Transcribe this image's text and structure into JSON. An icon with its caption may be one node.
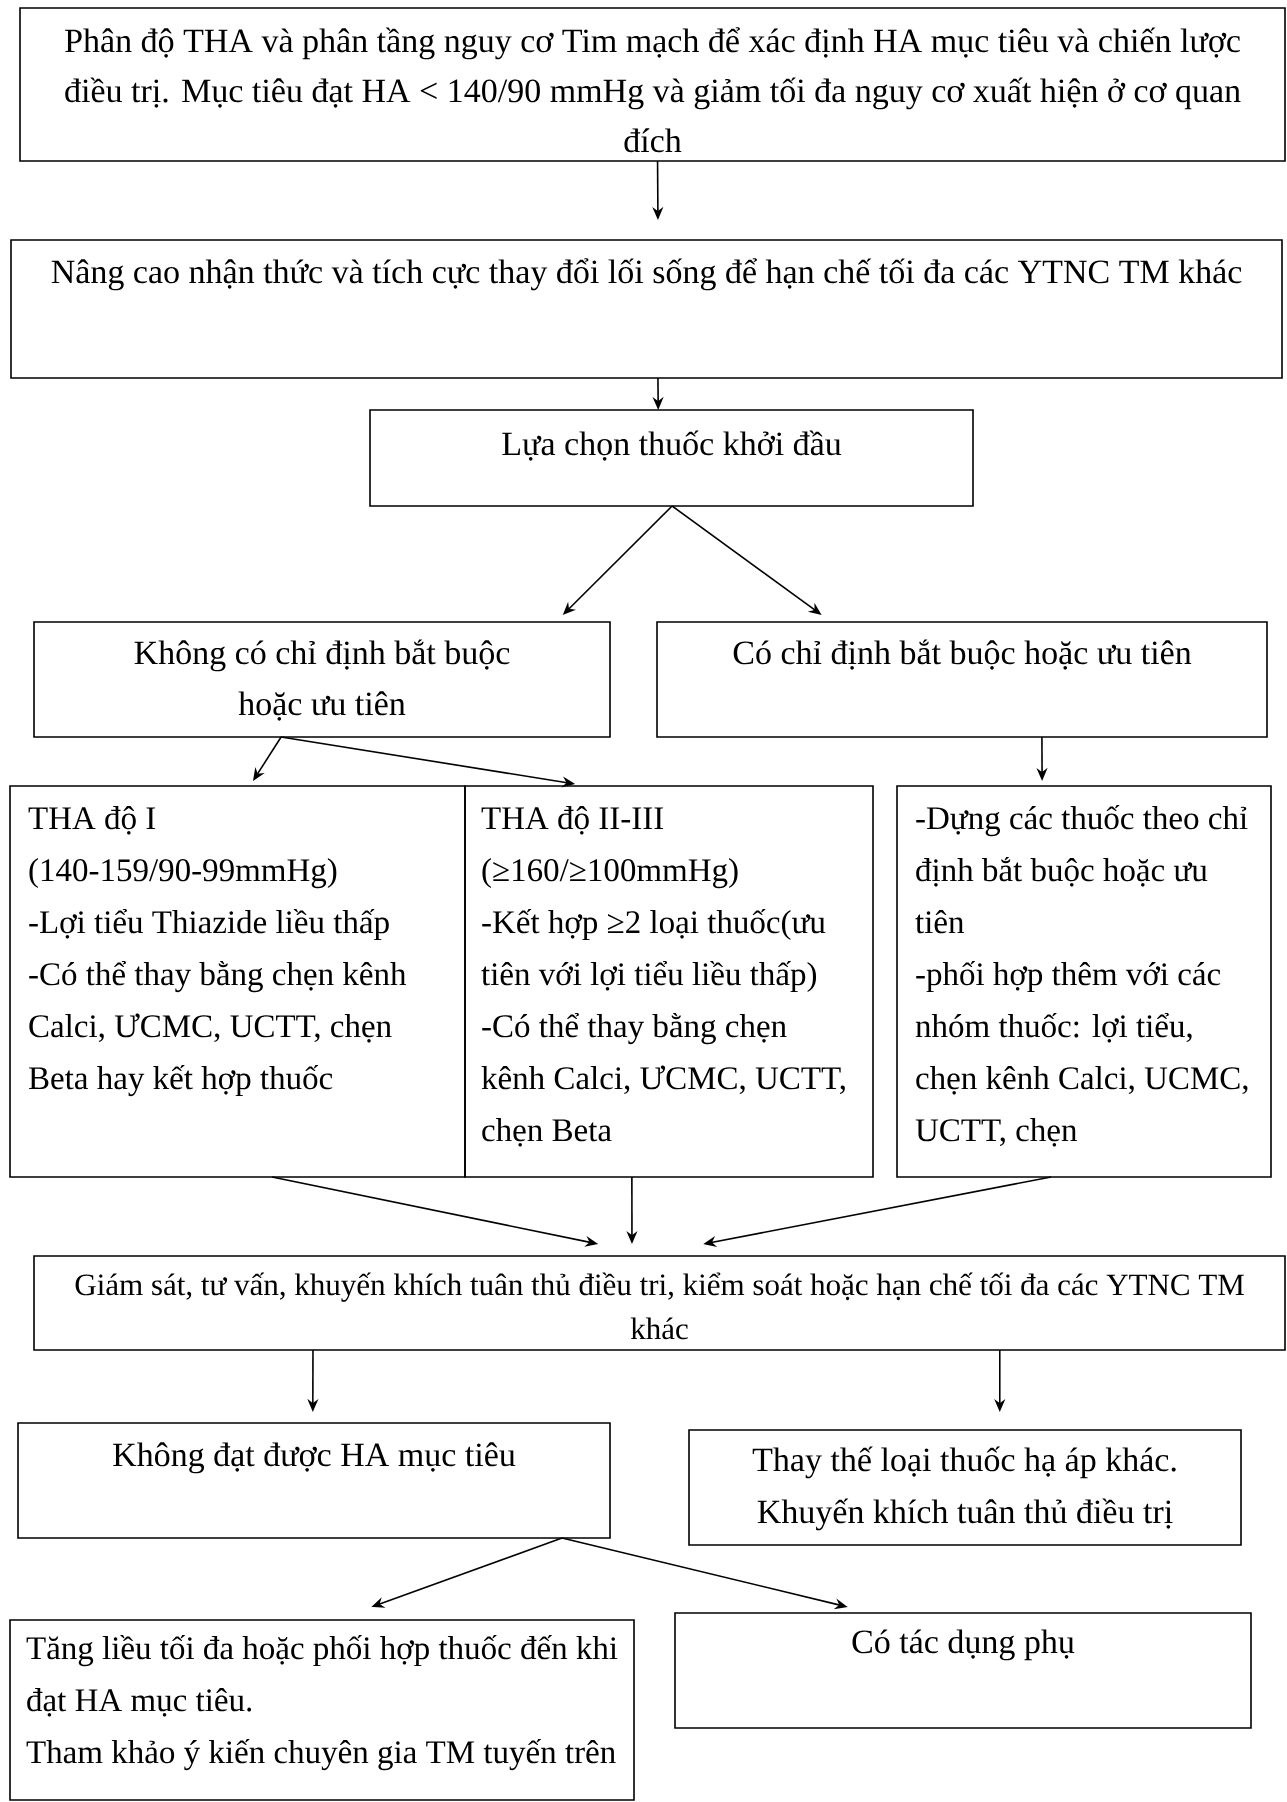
{
  "diagram": {
    "nodes": [
      {
        "text": [
          "Phân độ THA và phân tầng nguy cơ Tim mạch để xác định HA mục tiêu và chiến lược điều trị. Mục tiêu đạt HA < 140/90 mmHg và giảm tối đa nguy cơ xuất hiện ở cơ quan đích"
        ]
      },
      {
        "text": [
          "Nâng cao nhận thức và tích cực thay đổi lối sống để hạn chế tối đa các YTNC TM khác"
        ]
      },
      {
        "text": [
          "Lựa chọn thuốc khởi đầu"
        ]
      },
      {
        "text": [
          "Không có chỉ định bắt buộc hoặc ưu tiên"
        ]
      },
      {
        "text": [
          "Có chỉ định bắt buộc hoặc ưu tiên"
        ]
      },
      {
        "text": [
          "THA độ I (140-159/90-99mmHg)",
          "-Lợi tiểu Thiazide liều thấp",
          "-Có thể thay bằng chẹn kênh Calci, ƯCMC, UCTT, chẹn Beta hay kết hợp thuốc"
        ]
      },
      {
        "text": [
          "THA độ II-III (≥160/≥100mmHg)",
          "-Kết hợp ≥2 loại thuốc(ưu tiên với lợi tiểu liều thấp)",
          "-Có thể thay bằng chẹn kênh Calci, ƯCMC, UCTT, chẹn Beta"
        ]
      },
      {
        "text": [
          "-Dựng các thuốc theo chỉ định bắt buộc hoặc ưu tiên",
          "-phối hợp thêm với các nhóm thuốc: lợi tiểu, chẹn kênh Calci, UCMC, UCTT, chẹn"
        ]
      },
      {
        "text": [
          "Giám sát, tư vấn, khuyến khích tuân thủ điều tri, kiểm soát hoặc hạn chế tối đa các YTNC TM khác"
        ]
      },
      {
        "text": [
          "Không đạt được HA mục tiêu"
        ]
      },
      {
        "text": [
          "Thay thế loại thuốc hạ áp khác. Khuyến khích tuân thủ điều trị"
        ]
      },
      {
        "text": [
          "Tăng liều tối đa hoặc phối hợp thuốc đến khi đạt HA mục tiêu.",
          "Tham khảo ý kiến chuyên gia TM tuyến trên"
        ]
      },
      {
        "text": [
          "Có tác dụng phụ"
        ]
      }
    ],
    "edges": [
      {
        "from": 0,
        "to": 1,
        "arrow": "to"
      },
      {
        "from": 1,
        "to": 2,
        "arrow": "to"
      },
      {
        "from": 2,
        "to": 3,
        "arrow": "to"
      },
      {
        "from": 2,
        "to": 4,
        "arrow": "to"
      },
      {
        "from": 3,
        "to": 5,
        "arrow": "to"
      },
      {
        "from": 3,
        "to": 6,
        "arrow": "to"
      },
      {
        "from": 4,
        "to": 7,
        "arrow": "to"
      },
      {
        "from": 5,
        "to": 8,
        "arrow": "to"
      },
      {
        "from": 6,
        "to": 8,
        "arrow": "to"
      },
      {
        "from": 7,
        "to": 8,
        "arrow": "to"
      },
      {
        "from": 8,
        "to": 9,
        "arrow": "to"
      },
      {
        "from": 8,
        "to": 10,
        "arrow": "to"
      },
      {
        "from": 9,
        "to": 11,
        "arrow": "to"
      },
      {
        "from": 9,
        "to": 12,
        "arrow": "to"
      }
    ]
  }
}
